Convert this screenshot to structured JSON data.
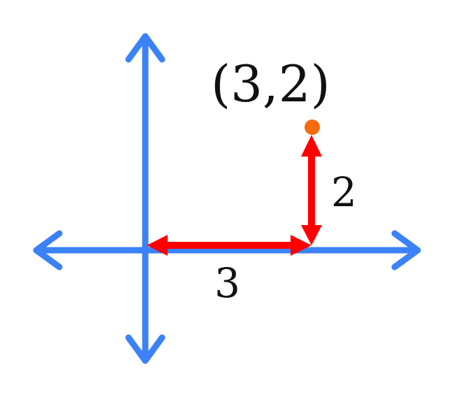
{
  "diagram": {
    "point_label": "(3,2)",
    "horizontal_step_label": "3",
    "vertical_step_label": "2",
    "point": {
      "x": 3,
      "y": 2
    },
    "colors": {
      "axis": "#3b82f6",
      "step_arrows": "#ff0000",
      "point": "#f56b0b",
      "text": "#111111"
    }
  }
}
